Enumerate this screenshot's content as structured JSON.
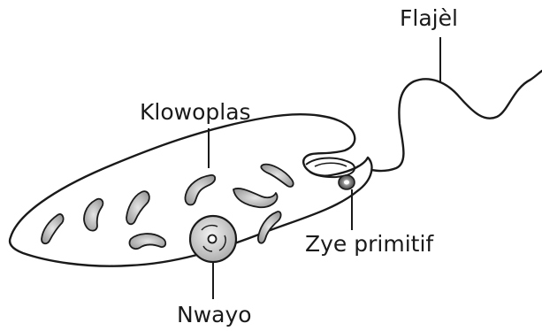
{
  "labels": {
    "flagellum": "Flajèl",
    "chloroplast": "Klowoplas",
    "eyespot": "Zye primitif",
    "nucleus": "Nwayo"
  },
  "colors": {
    "outline": "#1a1a1a",
    "organelle_fill": "#bdbdbd",
    "eyespot_core": "#555555",
    "background": "#ffffff"
  }
}
